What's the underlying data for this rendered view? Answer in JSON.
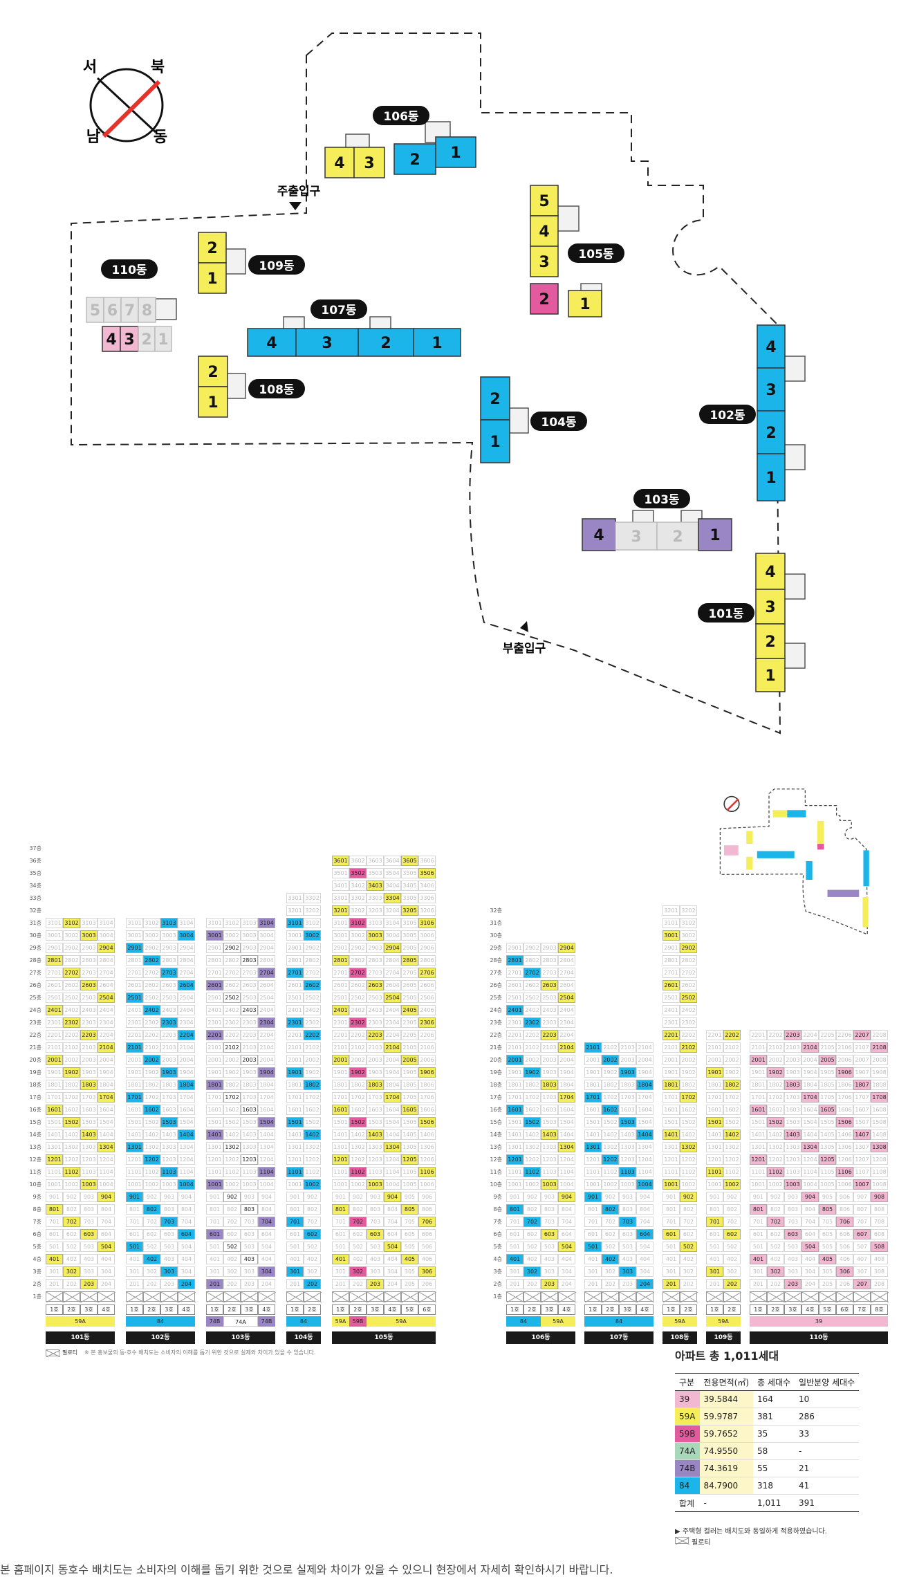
{
  "compass": {
    "n": "북",
    "s": "남",
    "e": "동",
    "w": "서"
  },
  "site": {
    "entrance_main": "주출입구",
    "entrance_sub": "부출입구",
    "buildings": [
      {
        "name": "106동",
        "units": [
          {
            "l": "4",
            "c": "yellow"
          },
          {
            "l": "3",
            "c": "yellow"
          },
          {
            "l": "2",
            "c": "blue"
          },
          {
            "l": "1",
            "c": "blue"
          }
        ]
      },
      {
        "name": "110동",
        "units": [
          {
            "l": "5",
            "c": "grey"
          },
          {
            "l": "6",
            "c": "grey"
          },
          {
            "l": "7",
            "c": "grey"
          },
          {
            "l": "8",
            "c": "grey"
          },
          {
            "l": "4",
            "c": "pink"
          },
          {
            "l": "3",
            "c": "pink"
          },
          {
            "l": "2",
            "c": "grey"
          },
          {
            "l": "1",
            "c": "grey"
          }
        ]
      },
      {
        "name": "109동",
        "units": [
          {
            "l": "2",
            "c": "yellow"
          },
          {
            "l": "1",
            "c": "yellow"
          }
        ]
      },
      {
        "name": "107동",
        "units": [
          {
            "l": "4",
            "c": "blue"
          },
          {
            "l": "3",
            "c": "blue"
          },
          {
            "l": "2",
            "c": "blue"
          },
          {
            "l": "1",
            "c": "blue"
          }
        ]
      },
      {
        "name": "108동",
        "units": [
          {
            "l": "2",
            "c": "yellow"
          },
          {
            "l": "1",
            "c": "yellow"
          }
        ]
      },
      {
        "name": "105동",
        "units": [
          {
            "l": "5",
            "c": "yellow"
          },
          {
            "l": "4",
            "c": "yellow"
          },
          {
            "l": "3",
            "c": "yellow"
          },
          {
            "l": "2",
            "c": "magenta"
          },
          {
            "l": "1",
            "c": "yellow"
          }
        ]
      },
      {
        "name": "104동",
        "units": [
          {
            "l": "2",
            "c": "blue"
          },
          {
            "l": "1",
            "c": "blue"
          }
        ]
      },
      {
        "name": "102동",
        "units": [
          {
            "l": "4",
            "c": "blue"
          },
          {
            "l": "3",
            "c": "blue"
          },
          {
            "l": "2",
            "c": "blue"
          },
          {
            "l": "1",
            "c": "blue"
          }
        ]
      },
      {
        "name": "103동",
        "units": [
          {
            "l": "4",
            "c": "purple"
          },
          {
            "l": "3",
            "c": "grey"
          },
          {
            "l": "2",
            "c": "grey"
          },
          {
            "l": "1",
            "c": "purple"
          }
        ]
      },
      {
        "name": "101동",
        "units": [
          {
            "l": "4",
            "c": "yellow"
          },
          {
            "l": "3",
            "c": "yellow"
          },
          {
            "l": "2",
            "c": "yellow"
          },
          {
            "l": "1",
            "c": "yellow"
          }
        ]
      }
    ]
  },
  "colors": {
    "yellow": "#f5ee5a",
    "blue": "#1cb5ea",
    "magenta": "#e35a9e",
    "pink": "#f2b8d2",
    "purple": "#9a86c4",
    "green": "#a8d8b9",
    "grey": "#e6e6e6"
  },
  "charts": {
    "floor_suffix": "층",
    "ho_suffix": "호",
    "left": {
      "floors_label_top": 37,
      "buildings": [
        {
          "name": "101동",
          "cols": 4,
          "max": 31,
          "types": [
            {
              "label": "59A",
              "span": 4,
              "c": "yellow"
            }
          ]
        },
        {
          "name": "102동",
          "cols": 4,
          "max": 31,
          "types": [
            {
              "label": "84",
              "span": 4,
              "c": "blue"
            }
          ]
        },
        {
          "name": "103동",
          "cols": 4,
          "max": 31,
          "types": [
            {
              "label": "74B",
              "span": 1,
              "c": "purple"
            },
            {
              "label": "74A",
              "span": 2,
              "c": "white"
            },
            {
              "label": "74B",
              "span": 1,
              "c": "purple"
            }
          ]
        },
        {
          "name": "104동",
          "cols": 2,
          "max": 33,
          "types": [
            {
              "label": "84",
              "span": 2,
              "c": "blue"
            }
          ]
        },
        {
          "name": "105동",
          "cols": 6,
          "max": 36,
          "types": [
            {
              "label": "59A",
              "span": 1,
              "c": "yellow"
            },
            {
              "label": "59B",
              "span": 1,
              "c": "magenta"
            },
            {
              "label": "59A",
              "span": 4,
              "c": "yellow"
            }
          ]
        }
      ]
    },
    "right": {
      "floors_label_top": 32,
      "buildings": [
        {
          "name": "106동",
          "cols": 4,
          "max": 29,
          "types": [
            {
              "label": "84",
              "span": 2,
              "c": "blue"
            },
            {
              "label": "59A",
              "span": 2,
              "c": "yellow"
            }
          ]
        },
        {
          "name": "107동",
          "cols": 4,
          "max": 21,
          "types": [
            {
              "label": "84",
              "span": 4,
              "c": "blue"
            }
          ]
        },
        {
          "name": "108동",
          "cols": 2,
          "max": 32,
          "types": [
            {
              "label": "59A",
              "span": 2,
              "c": "yellow"
            }
          ]
        },
        {
          "name": "109동",
          "cols": 2,
          "max": 22,
          "types": [
            {
              "label": "59A",
              "span": 2,
              "c": "yellow"
            }
          ]
        },
        {
          "name": "110동",
          "cols": 8,
          "max": 22,
          "types": [
            {
              "label": "39",
              "span": 8,
              "c": "pink"
            }
          ]
        }
      ]
    },
    "legend_pil": "필로티",
    "legend_note": "※ 본 홍보물의 동·호수 배치도는 소비자의 이해를 돕기 위한 것으로 실제와 차이가 있을 수 있습니다."
  },
  "summary": {
    "title": "아파트 총 1,011세대",
    "headers": [
      "구분",
      "전용면적(㎡)",
      "총 세대수",
      "일반분양 세대수"
    ],
    "rows": [
      {
        "type": "39",
        "area": "39.5844",
        "total": "164",
        "general": "10",
        "c": "#f2b8d2"
      },
      {
        "type": "59A",
        "area": "59.9787",
        "total": "381",
        "general": "286",
        "c": "#f5ee5a"
      },
      {
        "type": "59B",
        "area": "59.7652",
        "total": "35",
        "general": "33",
        "c": "#e35a9e"
      },
      {
        "type": "74A",
        "area": "74.9550",
        "total": "58",
        "general": "-",
        "c": "#a8d8b9"
      },
      {
        "type": "74B",
        "area": "74.3619",
        "total": "55",
        "general": "21",
        "c": "#9a86c4"
      },
      {
        "type": "84",
        "area": "84.7900",
        "total": "318",
        "general": "41",
        "c": "#1cb5ea"
      }
    ],
    "total": {
      "type": "합계",
      "area": "-",
      "total": "1,011",
      "general": "391"
    },
    "note1": "▶ 주택형 컬러는 배치도와 동일하게 적용하였습니다.",
    "note2": "필로티"
  },
  "footer": "본 홈페이지 동호수 배치도는 소비자의 이해를 돕기 위한 것으로 실제와 차이가 있을 수 있으니 현장에서 자세히 확인하시기 바랍니다."
}
